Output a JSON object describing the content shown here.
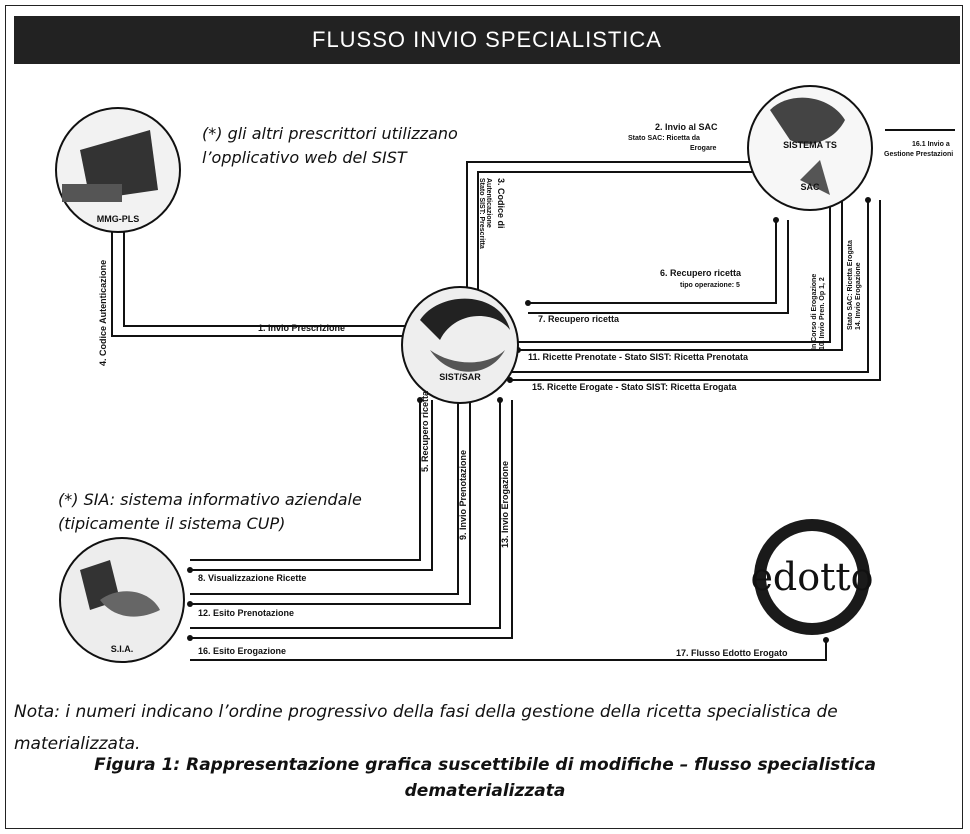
{
  "header": {
    "title": "FLUSSO INVIO SPECIALISTICA"
  },
  "nodes": {
    "mmg": {
      "label": "MMG-PLS"
    },
    "sac": {
      "brand": "SISTEMA TS",
      "label": "SAC"
    },
    "sist": {
      "label": "SIST/SAR"
    },
    "sia": {
      "label": "S.I.A."
    },
    "edotto": {
      "brand": "edotto"
    }
  },
  "notes": {
    "prescrittori": [
      "(*) gli altri prescrittori utilizzano",
      "l’opplicativo web del SIST"
    ],
    "sia": [
      "(*) SIA: sistema informativo aziendale",
      "(tipicamente il sistema CUP)"
    ],
    "nota": "Nota: i numeri indicano l’ordine progressivo della fasi della gestione della ricetta specialistica de materializzata."
  },
  "flows": {
    "f1": "1. Invio Prescrizione",
    "f2": "2. Invio al SAC",
    "f2b": "Stato SAC: Ricetta da",
    "f2c": "Erogare",
    "f3": "3. Codice di",
    "f3b": "Autenticazione",
    "f3c": "Stato SIST: Prescritta",
    "f4": "4. Codice Autenticazione",
    "f5": "5. Recupero ricetta",
    "f6": "6. Recupero ricetta",
    "f6b": "tipo operazione: 5",
    "f7": "7. Recupero ricetta",
    "f8": "8. Visualizzazione Ricette",
    "f9": "9. Invio Prenotazione",
    "f10": "10. Invio Pren. Op 1, 2",
    "f10b": "In Corso di Erogazione",
    "f11": "11. Ricette Prenotate - Stato SIST: Ricetta Prenotata",
    "f12": "12. Esito Prenotazione",
    "f13": "13. Invio Erogazione",
    "f14": "14. Invio Erogazione",
    "f14b": "Stato SAC: Ricetta Erogata",
    "f15": "15. Ricette Erogate - Stato SIST: Ricetta Erogata",
    "f16": "16. Esito Erogazione",
    "f16_1": "16.1 Invio a",
    "f16_1b": "Gestione Prestazioni",
    "f17": "17. Flusso Edotto Erogato"
  },
  "caption": "Figura 1: Rappresentazione grafica suscettibile di modifiche – flusso specialistica dematerializzata"
}
